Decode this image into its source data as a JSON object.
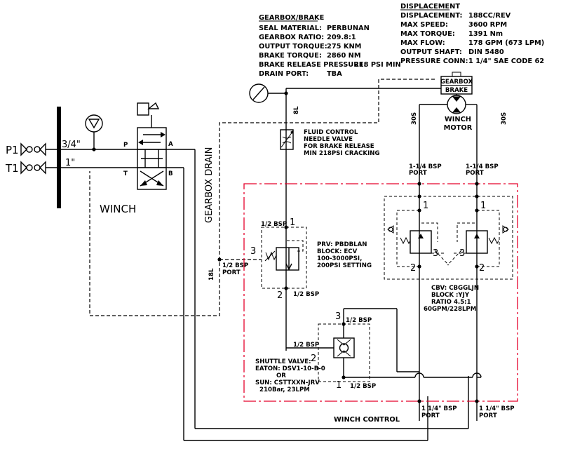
{
  "gearbox_brake": {
    "heading": "GEARBOX/BRAKE",
    "rows": [
      {
        "label": "SEAL MATERIAL:",
        "value": "PERBUNAN"
      },
      {
        "label": "GEARBOX RATIO:",
        "value": "209.8:1"
      },
      {
        "label": "OUTPUT TORQUE:",
        "value": "275 KNM"
      },
      {
        "label": "BRAKE TORQUE:",
        "value": "2860 NM"
      },
      {
        "label": "BRAKE RELEASE PRESSURE:",
        "value": "218 PSI MIN"
      },
      {
        "label": "DRAIN PORT:",
        "value": "TBA"
      }
    ]
  },
  "displacement": {
    "heading": "DISPLACEMENT",
    "rows": [
      {
        "label": "DISPLACEMENT:",
        "value": "188CC/REV"
      },
      {
        "label": "MAX SPEED:",
        "value": "3600 RPM"
      },
      {
        "label": "MAX TORQUE:",
        "value": "1391 Nm"
      },
      {
        "label": "MAX FLOW:",
        "value": "178 GPM (673 LPM)"
      },
      {
        "label": "OUTPUT SHAFT:",
        "value": "DIN 5480"
      },
      {
        "label": "PRESSURE CONN:",
        "value": "1 1/4\" SAE CODE 62"
      }
    ]
  },
  "gearbox_brake_label": {
    "line1": "GEARBOX",
    "line2": "BRAKE"
  },
  "winch_motor_label": {
    "line1": "WINCH",
    "line2": "MOTOR"
  },
  "port_30s_left": "30S",
  "port_30s_right": "30S",
  "drain_8l": "8L",
  "drain_18l": "18L",
  "needle_valve": [
    "FLUID CONTROL",
    "NEEDLE VALVE",
    "FOR BRAKE RELEASE",
    "MIN 218PSI CRACKING"
  ],
  "gearbox_drain": "GEARBOX DRAIN",
  "p1": "P1",
  "t1": "T1",
  "size_34": "3/4\"",
  "size_1": "1\"",
  "valve_ports": {
    "p": "P",
    "t": "T",
    "a": "A",
    "b": "B"
  },
  "winch_label": "WINCH",
  "bsp_port_left": [
    "1-1/4 BSP",
    "PORT"
  ],
  "bsp_port_right": [
    "1-1/4 BSP",
    "PORT"
  ],
  "prv_ports": {
    "top": "1/2 BSP",
    "bottom": "1/2 BSP",
    "n1": "1",
    "n2": "2",
    "n3": "3"
  },
  "prv_info": [
    "PRV: PBDBLAN",
    "BLOCK: ECV",
    "100-3000PSI,",
    "200PSI SETTING"
  ],
  "half_bsp_port": [
    "1/2 BSP",
    "PORT"
  ],
  "cbv_nums": {
    "l1": "1",
    "l2": "2",
    "l3": "3",
    "r1": "1",
    "r2": "2",
    "r3": "3"
  },
  "cbv_info": [
    "CBV: CBGGLJN",
    "BLOCK :YJY",
    "RATIO 4.5:1",
    "60GPM/228LPM"
  ],
  "shuttle_ports": {
    "top": "1/2 BSP",
    "side": "1/2 BSP",
    "bottom": "1/2 BSP",
    "n1": "1",
    "n2": "2",
    "n3": "3"
  },
  "shuttle_info": [
    "SHUTTLE VALVE:",
    "EATON: DSV1-10-B-0",
    "OR",
    "SUN: CSTTXXN-JRV",
    "210Bar, 23LPM"
  ],
  "bsp_bottom_left": [
    "1 1/4\" BSP",
    "PORT"
  ],
  "bsp_bottom_right": [
    "1 1/4\" BSP",
    "PORT"
  ],
  "winch_control": "WINCH CONTROL"
}
